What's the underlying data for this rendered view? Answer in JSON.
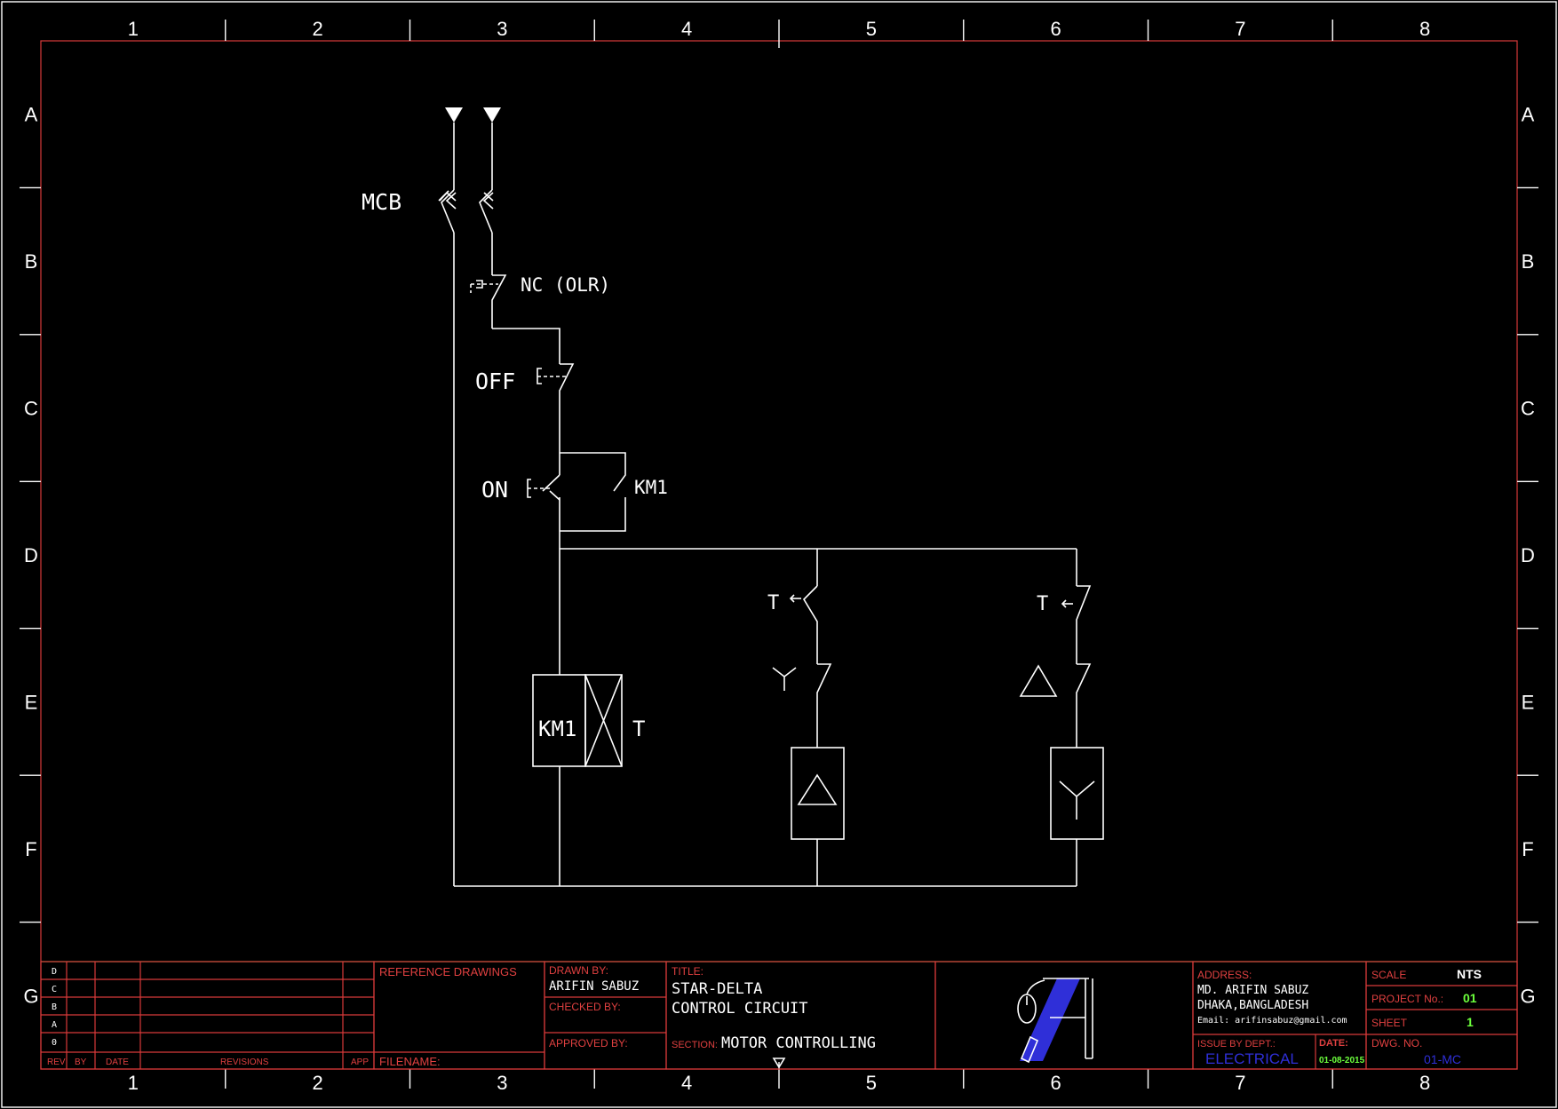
{
  "grid": {
    "columns": [
      "1",
      "2",
      "3",
      "4",
      "5",
      "6",
      "7",
      "8"
    ],
    "rows": [
      "A",
      "B",
      "C",
      "D",
      "E",
      "F",
      "G"
    ]
  },
  "labels": {
    "mcb": "MCB",
    "nc_olr": "NC (OLR)",
    "off": "OFF",
    "on": "ON",
    "km1_contact": "KM1",
    "km1_coil": "KM1",
    "timer_coil": "T",
    "timer_contact_star": "T",
    "timer_contact_delta": "T"
  },
  "revision_table": {
    "rows": [
      "D",
      "C",
      "B",
      "A",
      "0"
    ],
    "headers": {
      "rev": "REV",
      "by": "BY",
      "date": "DATE",
      "revisions": "REVISIONS",
      "app": "APP"
    }
  },
  "title_block": {
    "reference_drawings": "REFERENCE DRAWINGS",
    "filename": "FILENAME:",
    "drawn_by_label": "DRAWN BY:",
    "drawn_by": "ARIFIN SABUZ",
    "checked_by_label": "CHECKED BY:",
    "approved_by_label": "APPROVED BY:",
    "title_label": "TITLE:",
    "title_line1": "STAR-DELTA",
    "title_line2": "CONTROL CIRCUIT",
    "section_label": "SECTION:",
    "section": "MOTOR CONTROLLING",
    "address_label": "ADDRESS:",
    "address_line1": "MD. ARIFIN SABUZ",
    "address_line2": "DHAKA,BANGLADESH",
    "email": "Email: arifinsabuz@gmail.com",
    "issue_label": "ISSUE BY DEPT.:",
    "issue_dept": "ELECTRICAL",
    "date_label": "DATE:",
    "date": "01-08-2015",
    "scale_label": "SCALE",
    "scale": "NTS",
    "project_label": "PROJECT No.:",
    "project_no": "01",
    "sheet_label": "SHEET",
    "sheet_no": "1",
    "dwg_label": "DWG. NO.",
    "dwg_no": "01-MC"
  },
  "colors": {
    "background": "#000000",
    "line": "#ffffff",
    "border_red": "#d83a3a",
    "value_green": "#6cff3c",
    "value_blue": "#2f2fd8"
  }
}
